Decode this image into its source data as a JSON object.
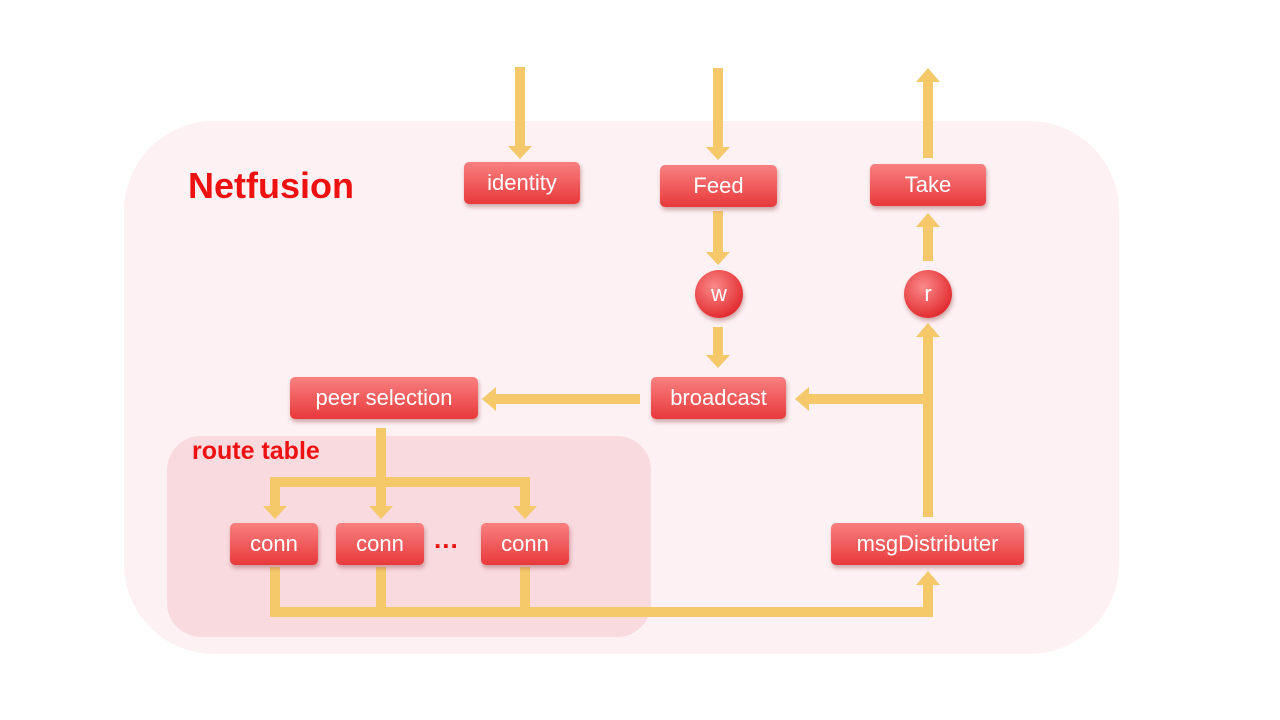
{
  "diagram": {
    "title": "Netfusion",
    "subtitle": "route table",
    "ellipsis": "...",
    "nodes": {
      "identity": "identity",
      "feed": "Feed",
      "take": "Take",
      "w": "w",
      "r": "r",
      "peer_selection": "peer selection",
      "broadcast": "broadcast",
      "conn1": "conn",
      "conn2": "conn",
      "conn3": "conn",
      "msg_distributer": "msgDistributer"
    },
    "colors": {
      "arrow": "#f5c86a",
      "title": "#ee1111",
      "outer_region": "#fdf1f3",
      "inner_region": "#f9dadf",
      "node_top": "#f98080",
      "node_bottom": "#e8393b"
    }
  }
}
